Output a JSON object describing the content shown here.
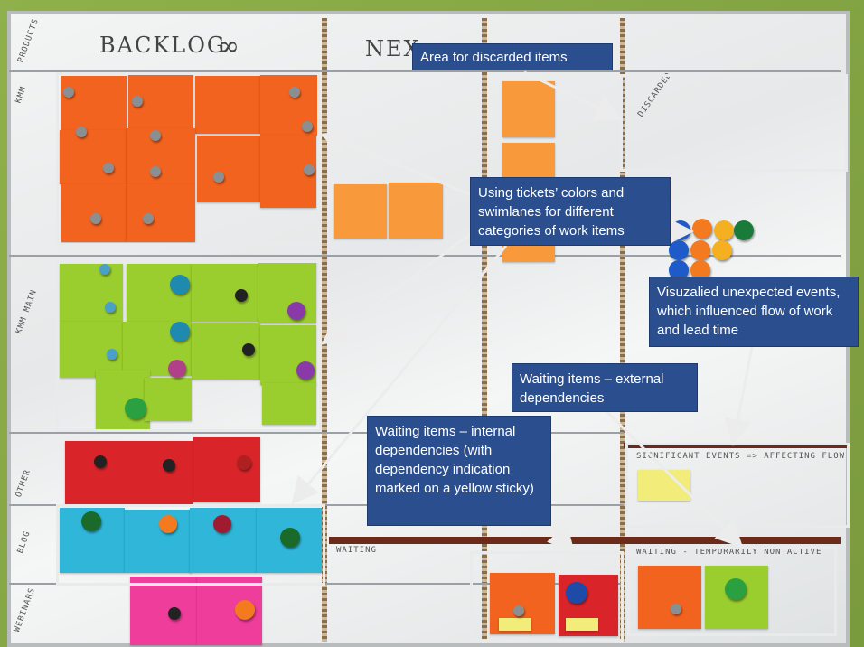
{
  "board": {
    "columns": {
      "backlog": "BACKLOG",
      "infinity": "∞",
      "next": "NEX"
    },
    "lanes": {
      "products": "PRODUCTS",
      "kmm": "KMM",
      "kmm_main": "KMM MAIN",
      "other": "OTHER",
      "blog": "BLOG",
      "webinars": "WEBINARS"
    },
    "areas": {
      "discarded": "DISCARDED",
      "significant_events": "SIGNIFICANT EVENTS => AFFECTING FLOW",
      "waiting": "WAITING",
      "waiting_inactive": "WAITING - TEMPORARILY NON ACTIVE"
    }
  },
  "callouts": {
    "discarded": "Area for discarded items",
    "colors": "Using tickets’ colors and swimlanes for different categories of work items",
    "unexpected": "Visuzalied unexpected events, which influenced flow of work and lead time",
    "external": "Waiting items – external dependencies",
    "internal": "Waiting items – internal dependencies (with dependency indication marked on a yellow sticky)"
  },
  "colors": {
    "orange": "#f2631f",
    "green": "#9acd2e",
    "red": "#d9252a",
    "cyan": "#2fb6d8",
    "pink": "#ee3d9a",
    "callout": "#2b4f8e"
  }
}
